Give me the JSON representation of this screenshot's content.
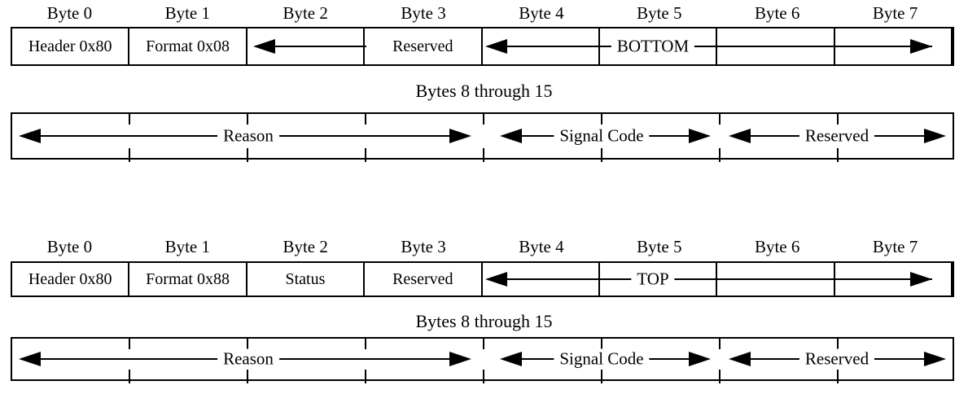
{
  "diagram1": {
    "byte_labels": [
      "Byte 0",
      "Byte 1",
      "Byte 2",
      "Byte 3",
      "Byte 4",
      "Byte 5",
      "Byte 6",
      "Byte 7"
    ],
    "cells": [
      "Header 0x80",
      "Format 0x08",
      "",
      "Reserved",
      "",
      "",
      "",
      ""
    ],
    "span_label": "BOTTOM",
    "mid_label": "Bytes 8 through 15",
    "fields": [
      {
        "label": "Reason"
      },
      {
        "label": "Signal Code"
      },
      {
        "label": "Reserved"
      }
    ]
  },
  "diagram2": {
    "byte_labels": [
      "Byte 0",
      "Byte 1",
      "Byte 2",
      "Byte 3",
      "Byte 4",
      "Byte 5",
      "Byte 6",
      "Byte 7"
    ],
    "cells": [
      "Header 0x80",
      "Format 0x88",
      "Status",
      "Reserved",
      "",
      "",
      "",
      ""
    ],
    "span_label": "TOP",
    "mid_label": "Bytes 8 through 15",
    "fields": [
      {
        "label": "Reason"
      },
      {
        "label": "Signal Code"
      },
      {
        "label": "Reserved"
      }
    ]
  },
  "colors": {
    "line": "#000000",
    "background": "#ffffff"
  }
}
